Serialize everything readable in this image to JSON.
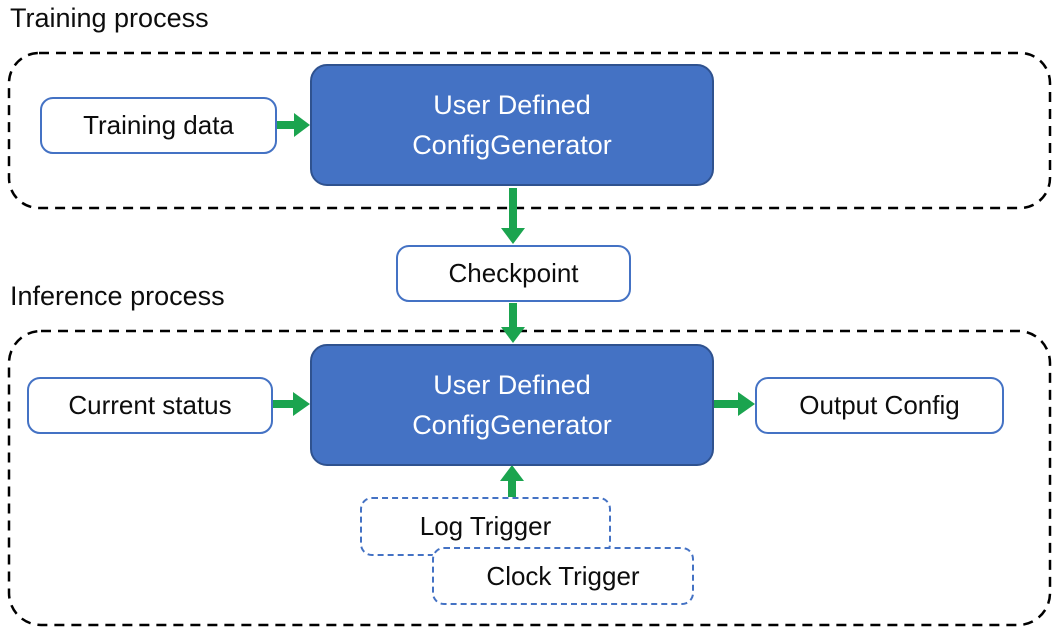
{
  "sections": {
    "training": {
      "label": "Training process"
    },
    "inference": {
      "label": "Inference process"
    }
  },
  "nodes": {
    "training_data": "Training data",
    "generator_training": {
      "line1": "User Defined",
      "line2": "ConfigGenerator"
    },
    "checkpoint": "Checkpoint",
    "current_status": "Current status",
    "generator_inference": {
      "line1": "User Defined",
      "line2": "ConfigGenerator"
    },
    "output_config": "Output Config",
    "log_trigger": "Log Trigger",
    "clock_trigger": "Clock Trigger"
  },
  "edges": [
    {
      "from": "training_data",
      "to": "generator_training",
      "direction": "right"
    },
    {
      "from": "generator_training",
      "to": "checkpoint",
      "direction": "down"
    },
    {
      "from": "checkpoint",
      "to": "generator_inference",
      "direction": "down"
    },
    {
      "from": "current_status",
      "to": "generator_inference",
      "direction": "right"
    },
    {
      "from": "generator_inference",
      "to": "output_config",
      "direction": "right"
    },
    {
      "from": "log_trigger",
      "to": "generator_inference",
      "direction": "up"
    }
  ],
  "colors": {
    "node_fill": "#4472C4",
    "node_border": "#2F528F",
    "box_border": "#4472C4",
    "arrow_green": "#1BA44F",
    "container_dash": "#000000",
    "text_dark": "#0d0d0d",
    "text_light": "#FFFFFF"
  }
}
